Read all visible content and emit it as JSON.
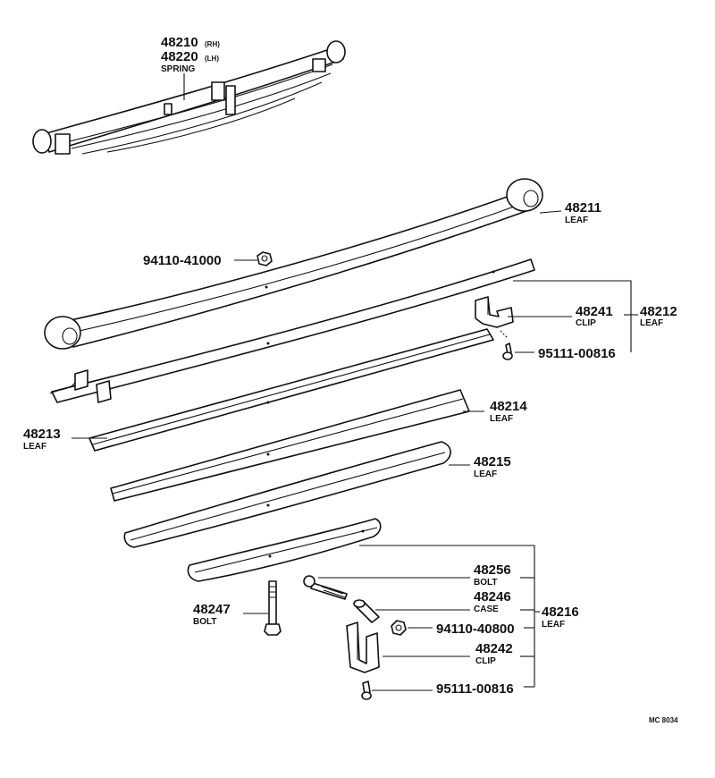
{
  "labels": {
    "spring_rh": "48210",
    "spring_rh_suffix": "(RH)",
    "spring_lh": "48220",
    "spring_lh_suffix": "(LH)",
    "spring_name": "SPRING",
    "leaf_48211": "48211",
    "leaf_48212": "48212",
    "leaf_48213": "48213",
    "leaf_48214": "48214",
    "leaf_48215": "48215",
    "leaf_48216": "48216",
    "leaf_name": "LEAF",
    "nut_top": "94110-41000",
    "clip_48241": "48241",
    "clip_name": "CLIP",
    "bolt_upper": "95111-00816",
    "bolt_48256": "48256",
    "bolt_name": "BOLT",
    "case_48246": "48246",
    "case_name": "CASE",
    "nut_lower": "94110-40800",
    "clip_48242": "48242",
    "bolt_lower": "95111-00816",
    "bolt_48247": "48247",
    "diagram_code": "MC 8034"
  }
}
